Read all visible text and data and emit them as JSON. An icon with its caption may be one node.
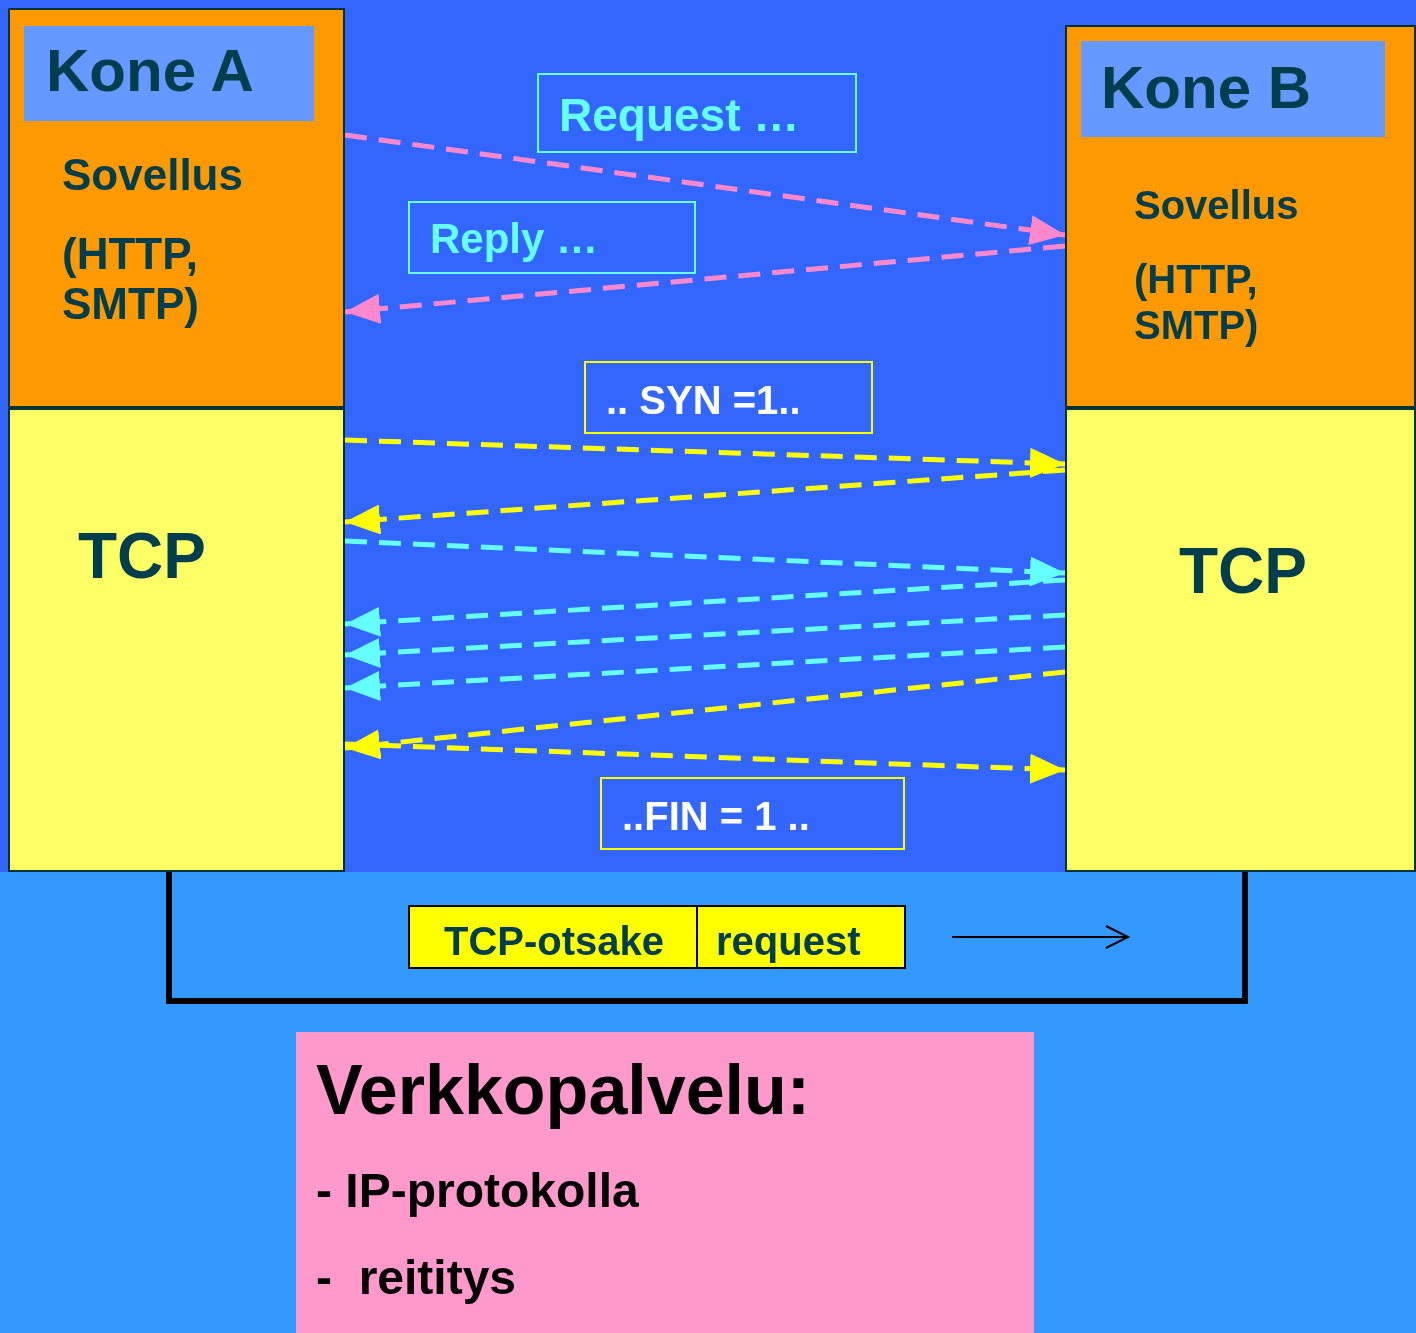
{
  "diagram": {
    "nodes": [
      {
        "text": [
          "Sovellus",
          "(HTTP, SMTP)"
        ]
      },
      {
        "text": [
          "Kone A"
        ],
        "in": 0
      },
      {
        "text": [
          "TCP"
        ]
      },
      {
        "text": [
          "Sovellus",
          "(HTTP, SMTP)"
        ]
      },
      {
        "text": [
          "Kone B"
        ],
        "in": 3
      },
      {
        "text": [
          "TCP"
        ]
      },
      {
        "text": [
          "Request …"
        ]
      },
      {
        "text": [
          "Reply …"
        ]
      },
      {
        "text": [
          ".. SYN =1.."
        ]
      },
      {
        "text": [
          "..FIN = 1 .."
        ]
      },
      {
        "text": [],
        "shape": "box"
      },
      {
        "text": [
          "TCP-otsake"
        ],
        "in": 10
      },
      {
        "text": [
          "request"
        ],
        "in": 10
      },
      {
        "text": [
          "Verkkopalvelu:",
          "- IP-protokolla",
          "-  reititys"
        ]
      }
    ],
    "edges": [
      {
        "from": 0,
        "to": 3,
        "arrow": "to",
        "style": "dashed",
        "color": "#ff88cc"
      },
      {
        "from": 3,
        "to": 0,
        "arrow": "to",
        "style": "dashed",
        "color": "#ff88cc"
      },
      {
        "from": 2,
        "to": 5,
        "arrow": "to",
        "style": "dashed",
        "color": "#ffff00"
      },
      {
        "from": 5,
        "to": 2,
        "arrow": "to",
        "style": "dashed",
        "color": "#ffff00"
      },
      {
        "from": 2,
        "to": 5,
        "arrow": "to",
        "style": "dashed",
        "color": "#66ffff"
      },
      {
        "from": 5,
        "to": 2,
        "arrow": "to",
        "style": "dashed",
        "color": "#66ffff"
      },
      {
        "from": 5,
        "to": 2,
        "arrow": "to",
        "style": "dashed",
        "color": "#66ffff"
      },
      {
        "from": 5,
        "to": 2,
        "arrow": "to",
        "style": "dashed",
        "color": "#66ffff"
      },
      {
        "from": 5,
        "to": 2,
        "arrow": "to",
        "style": "dashed",
        "color": "#ffff00"
      },
      {
        "from": 2,
        "to": 5,
        "arrow": "to",
        "style": "dashed",
        "color": "#ffff00"
      }
    ]
  }
}
